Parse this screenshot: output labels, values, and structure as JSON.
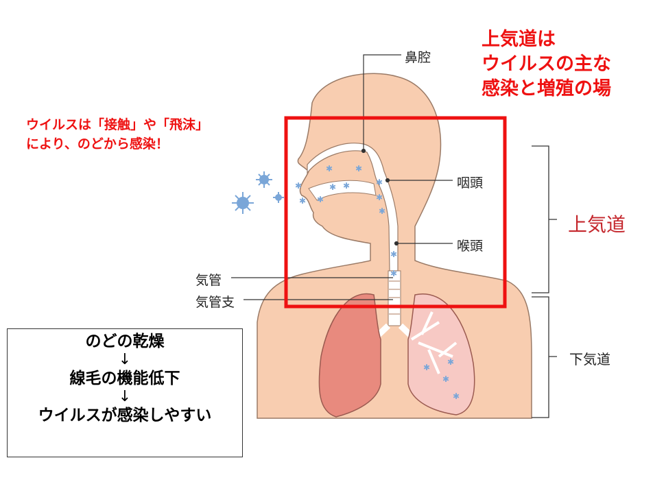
{
  "headline": {
    "lines": [
      "上気道は",
      "ウイルスの主な",
      "感染と増殖の場"
    ]
  },
  "note": {
    "lines": [
      "ウイルスは「接触」や「飛沫」",
      "により、のどから感染！"
    ]
  },
  "labels": {
    "nasal_cavity": "鼻腔",
    "pharynx": "咽頭",
    "larynx": "喉頭",
    "trachea": "気管",
    "bronchi": "気管支",
    "upper_airway": "上気道",
    "lower_airway": "下気道"
  },
  "flow_box": {
    "step1": "のどの乾燥",
    "arrow1": "↓",
    "step2": "線毛の機能低下",
    "arrow2": "↓",
    "step3": "ウイルスが感染しやすい"
  },
  "colors": {
    "skin": "#f8cdb0",
    "highlight": "#ee1111",
    "lung_left": "#e88a7e",
    "lung_right": "#f7c9c4",
    "virus": "#7aa6d8"
  }
}
